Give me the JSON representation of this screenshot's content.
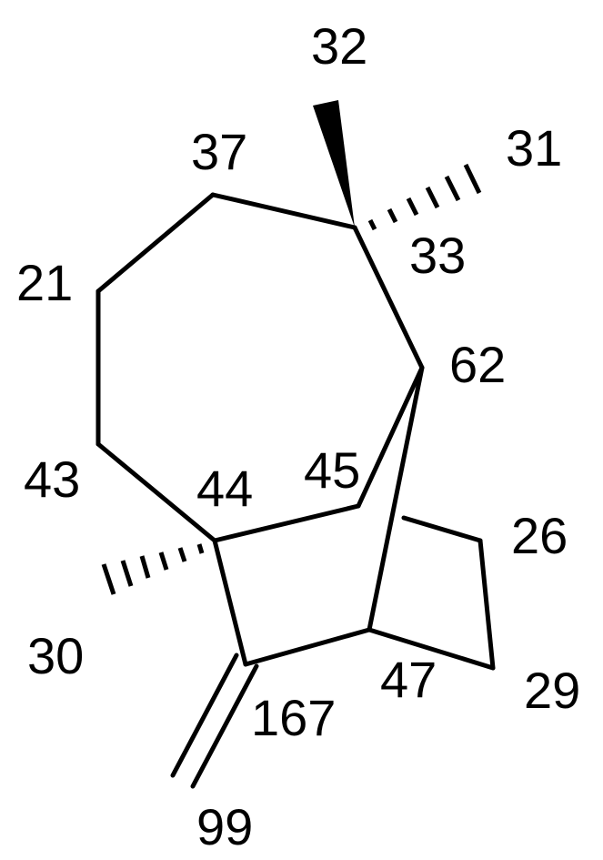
{
  "diagram": {
    "type": "chemical-structure",
    "atom_labels": {
      "a32": "32",
      "a31": "31",
      "a37": "37",
      "a33": "33",
      "a21": "21",
      "a62": "62",
      "a43": "43",
      "a44": "44",
      "a45": "45",
      "a26": "26",
      "a30": "30",
      "a47": "47",
      "a29": "29",
      "a167": "167",
      "a99": "99"
    },
    "colors": {
      "stroke": "#000000",
      "label": "#000000",
      "background": "#ffffff"
    }
  }
}
